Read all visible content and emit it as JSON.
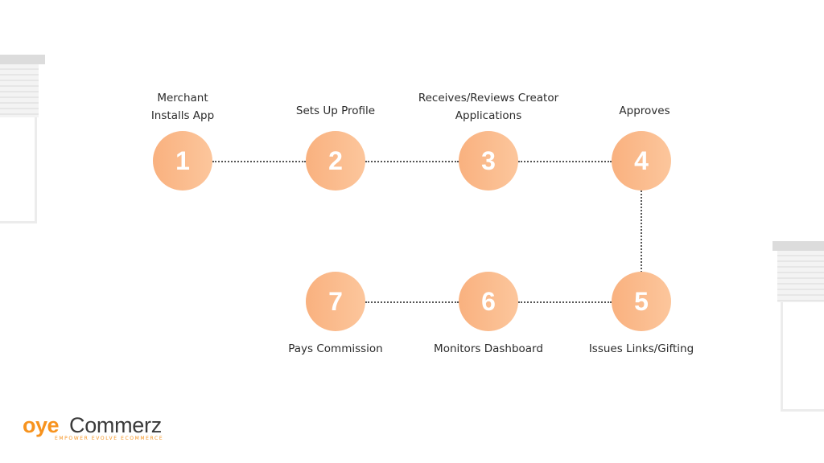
{
  "steps": [
    {
      "number": "1",
      "label": "Merchant\nInstalls App"
    },
    {
      "number": "2",
      "label": "Sets Up Profile"
    },
    {
      "number": "3",
      "label": "Receives/Reviews Creator\nApplications"
    },
    {
      "number": "4",
      "label": "Approves"
    },
    {
      "number": "5",
      "label": "Issues Links/Gifting"
    },
    {
      "number": "6",
      "label": "Monitors Dashboard"
    },
    {
      "number": "7",
      "label": "Pays Commission"
    }
  ],
  "logo": {
    "brand_part1": "oye",
    "brand_part2": "Commerz",
    "tagline": "EMPOWER EVOLVE ECOMMERCE"
  },
  "colors": {
    "circle_start": "#f9b17f",
    "circle_end": "#fcc69c",
    "brand_orange": "#f7931e",
    "connector": "#555555"
  }
}
